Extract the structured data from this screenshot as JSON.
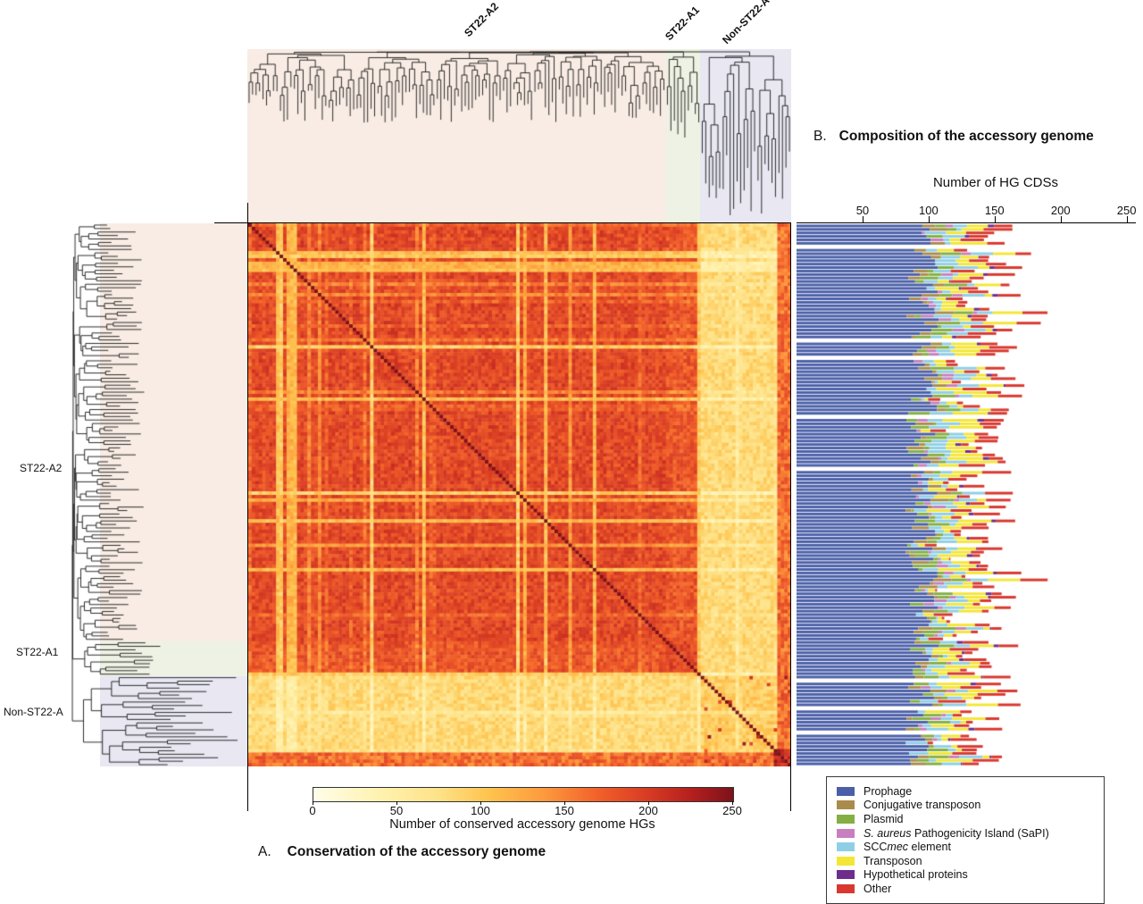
{
  "panel_a": {
    "label": "A.",
    "title": "Conservation of the accessory genome",
    "colorbar_label": "Number of conserved accessory genome HGs",
    "colorbar_ticks": [
      0,
      50,
      100,
      150,
      200,
      250
    ],
    "left_group_labels": [
      "ST22-A2",
      "ST22-A1",
      "Non-ST22-A"
    ],
    "top_group_labels": [
      "ST22-A2",
      "ST22-A1",
      "Non-ST22-A"
    ]
  },
  "panel_b": {
    "label": "B.",
    "title": "Composition of the accessory genome",
    "axis_label": "Number of HG CDSs",
    "axis_ticks": [
      50,
      100,
      150,
      200,
      250
    ]
  },
  "group_shading": {
    "st22_a2": "#f8ece4",
    "st22_a1": "#eef2e4",
    "non_st22_a": "#e8e7f2"
  },
  "chart_data": [
    {
      "type": "heatmap",
      "title": "Conservation of the accessory genome",
      "colorbar_label": "Number of conserved accessory genome HGs",
      "value_range": [
        0,
        250
      ],
      "scale_ticks": [
        0,
        50,
        100,
        150,
        200,
        250
      ],
      "colormap_stops": [
        [
          0.0,
          "#fffdea"
        ],
        [
          0.15,
          "#fff3b2"
        ],
        [
          0.3,
          "#fee287"
        ],
        [
          0.42,
          "#fec34e"
        ],
        [
          0.55,
          "#fd9a3d"
        ],
        [
          0.68,
          "#f2602a"
        ],
        [
          0.8,
          "#d63b24"
        ],
        [
          0.9,
          "#b5201e"
        ],
        [
          1.0,
          "#7c131a"
        ]
      ],
      "row_groups": [
        {
          "name": "ST22-A2",
          "count": 120
        },
        {
          "name": "ST22-A1",
          "count": 10
        },
        {
          "name": "Non-ST22-A",
          "count": 26
        }
      ],
      "block_means": [
        [
          196,
          186,
          86
        ],
        [
          186,
          200,
          86
        ],
        [
          86,
          86,
          100
        ]
      ],
      "diagonal_value": 250,
      "hot_corner": {
        "size": 5,
        "value_range": [
          190,
          245
        ]
      },
      "bottom_band": {
        "size": 4,
        "value_range": [
          135,
          190
        ]
      },
      "row_streaks": {
        "light_prob": 0.1,
        "light_factor": [
          0.45,
          0.7
        ],
        "mid_prob": 0.08,
        "mid_factor": [
          0.75,
          0.9
        ]
      },
      "noise_amplitude": 38,
      "dendrogram": {
        "groups": [
          {
            "tip": [
              0.2,
              0.42
            ],
            "join": [
              0.5,
              0.88
            ]
          },
          {
            "tip": [
              0.3,
              0.52
            ],
            "join": [
              0.5,
              0.85
            ]
          },
          {
            "tip": [
              0.55,
              0.97
            ],
            "join": [
              0.55,
              0.85
            ]
          }
        ]
      }
    },
    {
      "type": "bar",
      "orientation": "horizontal-stacked",
      "title": "Composition of the accessory genome",
      "xlabel": "Number of HG CDSs",
      "xticks": [
        50,
        100,
        150,
        200,
        250
      ],
      "xlim": [
        0,
        257
      ],
      "bar_rows": 156,
      "blank_row_prob": 0.05,
      "series": [
        {
          "name": "Prophage",
          "color": "#4a5fa8",
          "range": [
            82,
            108
          ],
          "presence": 1.0,
          "label_parts": [
            {
              "text": "Prophage",
              "italic": false
            }
          ]
        },
        {
          "name": "Conjugative transposon",
          "color": "#a98c4b",
          "range": [
            2,
            14
          ],
          "presence": 0.55,
          "label_parts": [
            {
              "text": "Conjugative transposon",
              "italic": false
            }
          ]
        },
        {
          "name": "Plasmid",
          "color": "#83af43",
          "range": [
            2,
            18
          ],
          "presence": 0.6,
          "label_parts": [
            {
              "text": "Plasmid",
              "italic": false
            }
          ]
        },
        {
          "name": "S. aureus Pathogenicity Island (SaPI)",
          "color": "#c77fc0",
          "range": [
            2,
            10
          ],
          "presence": 0.45,
          "label_parts": [
            {
              "text": "S. aureus",
              "italic": true
            },
            {
              "text": " Pathogenicity Island (SaPI)",
              "italic": false
            }
          ]
        },
        {
          "name": "SCCmec element",
          "color": "#8fcfe6",
          "range": [
            3,
            18
          ],
          "presence": 0.95,
          "label_parts": [
            {
              "text": "SCC",
              "italic": false
            },
            {
              "text": "mec",
              "italic": true
            },
            {
              "text": " element",
              "italic": false
            }
          ]
        },
        {
          "name": "Transposon",
          "color": "#f3e636",
          "range": [
            4,
            28
          ],
          "presence": 0.95,
          "label_parts": [
            {
              "text": "Transposon",
              "italic": false
            }
          ]
        },
        {
          "name": "Hypothetical proteins",
          "color": "#6e2d8a",
          "range": [
            1,
            5
          ],
          "presence": 0.3,
          "label_parts": [
            {
              "text": "Hypothetical proteins",
              "italic": false
            }
          ]
        },
        {
          "name": "Other",
          "color": "#d8382f",
          "range": [
            4,
            22
          ],
          "presence": 1.0,
          "label_parts": [
            {
              "text": "Other",
              "italic": false
            }
          ]
        }
      ]
    }
  ]
}
